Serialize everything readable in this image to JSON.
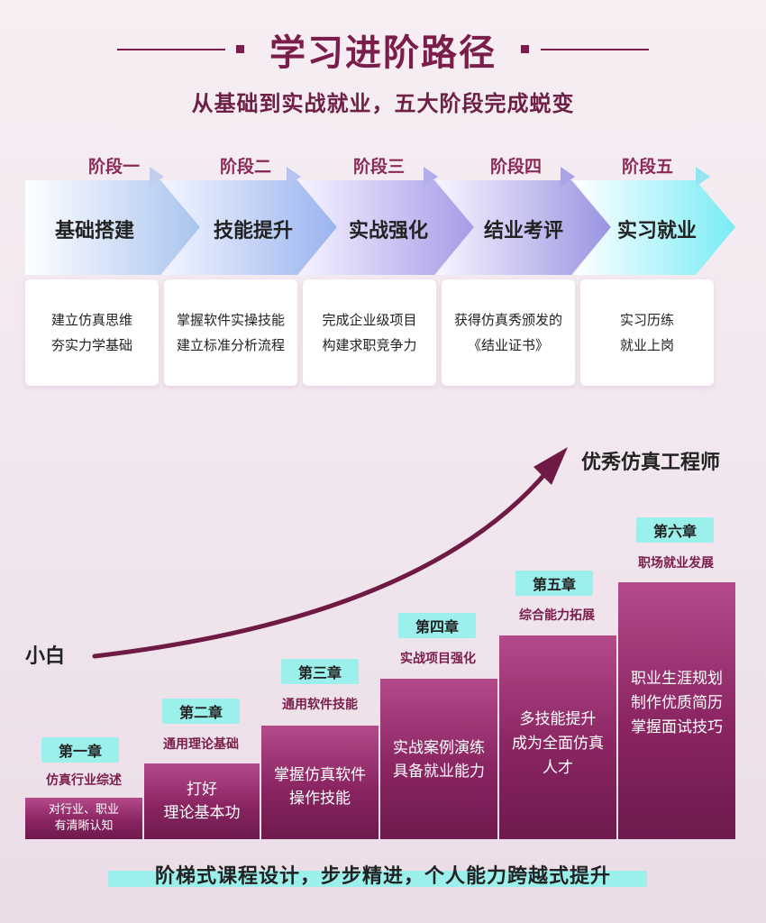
{
  "header": {
    "title": "学习进阶路径",
    "subtitle": "从基础到实战就业，五大阶段完成蜕变"
  },
  "stages": [
    {
      "label": "阶段一",
      "name": "基础搭建",
      "desc": [
        "建立仿真思维",
        "夯实力学基础"
      ]
    },
    {
      "label": "阶段二",
      "name": "技能提升",
      "desc": [
        "掌握软件实操技能",
        "建立标准分析流程"
      ]
    },
    {
      "label": "阶段三",
      "name": "实战强化",
      "desc": [
        "完成企业级项目",
        "构建求职竞争力"
      ]
    },
    {
      "label": "阶段四",
      "name": "结业考评",
      "desc": [
        "获得仿真秀颁发的",
        "《结业证书》"
      ]
    },
    {
      "label": "阶段五",
      "name": "实习就业",
      "desc": [
        "实习历练",
        "就业上岗"
      ]
    }
  ],
  "path": {
    "start_label": "小白",
    "end_label": "优秀仿真工程师"
  },
  "chapters": [
    {
      "tag": "第一章",
      "title": "仿真行业综述",
      "desc": [
        "对行业、职业",
        "有清晰认知"
      ]
    },
    {
      "tag": "第二章",
      "title": "通用理论基础",
      "desc": [
        "打好",
        "理论基本功"
      ]
    },
    {
      "tag": "第三章",
      "title": "通用软件技能",
      "desc": [
        "掌握仿真软件",
        "操作技能"
      ]
    },
    {
      "tag": "第四章",
      "title": "实战项目强化",
      "desc": [
        "实战案例演练",
        "具备就业能力"
      ]
    },
    {
      "tag": "第五章",
      "title": "综合能力拓展",
      "desc": [
        "多技能提升",
        "成为全面仿真",
        "人才"
      ]
    },
    {
      "tag": "第六章",
      "title": "职场就业发展",
      "desc": [
        "职业生涯规划",
        "制作优质简历",
        "掌握面试技巧"
      ]
    }
  ],
  "footer": {
    "text": "阶梯式课程设计，步步精进，个人能力跨越式提升"
  },
  "colors": {
    "accent": "#7a1d4b",
    "tag_bg": "#9cf0ec",
    "step_top": "#b44a8a",
    "step_bottom": "#6e1a4d"
  }
}
